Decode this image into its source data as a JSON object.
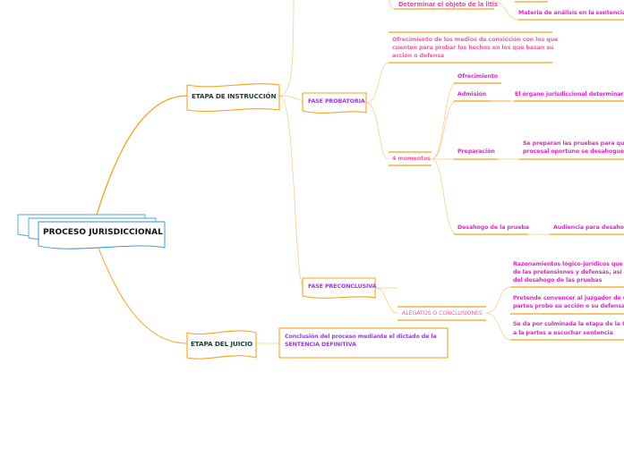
{
  "root": {
    "label": "PROCESO JURISDICCIONAL"
  },
  "colors": {
    "connector": "#f7a21b",
    "root_border": "#4aa3df",
    "stage_text": "#1d3c33",
    "phase_text": "#9d35f0",
    "pink_text": "#ef5f9f",
    "magenta_text": "#d92cc0"
  },
  "stages": [
    {
      "label": "ETAPA DE INSTRUCCIÓN"
    },
    {
      "label": "ETAPA DEL JUICIO",
      "detail": [
        "Conclusión del proceso mediante el dictado de la",
        "SENTENCIA DEFINITIVA"
      ]
    }
  ],
  "top": {
    "litis": "Determinar el objeto de la litis",
    "materia": "Materia de análisis en la sentencia"
  },
  "probatoria": {
    "label": "FASE PROBATORIA",
    "ofrecimiento_medios": [
      "Ofrecimiento de los medios de convicción con los que",
      "cuenten para probar los hechos en los que basan su",
      "acción o defensa"
    ],
    "momentos": "4 momentos",
    "steps": [
      {
        "label": "Ofrecimiento",
        "detail": []
      },
      {
        "label": "Admisión",
        "detail": [
          "El órgano jurisdiccional determinará s"
        ]
      },
      {
        "label": "Preparación",
        "detail": [
          "Se preparan las pruebas para que e",
          "procesal oportuno se desahoguen"
        ]
      },
      {
        "label": "Desahogo de la prueba",
        "detail": [
          "Audiencia para desahog"
        ]
      }
    ]
  },
  "preconclusiva": {
    "label": "FASE PRECONCLUSIVA",
    "alegatos": "ALEGATOS O CONCLUSIONES",
    "items": [
      [
        "Razonamientos lógico-jurídicos que la",
        "de las pretensiones y defensas, así com",
        "del desahogo de las pruebas"
      ],
      [
        "Pretende convencer al juzgador de ue c",
        "partes probó su acción o su defensa"
      ],
      [
        "Se da por culminada la etapa de la Intr",
        "a la partes a escuchar sentencia"
      ]
    ]
  }
}
